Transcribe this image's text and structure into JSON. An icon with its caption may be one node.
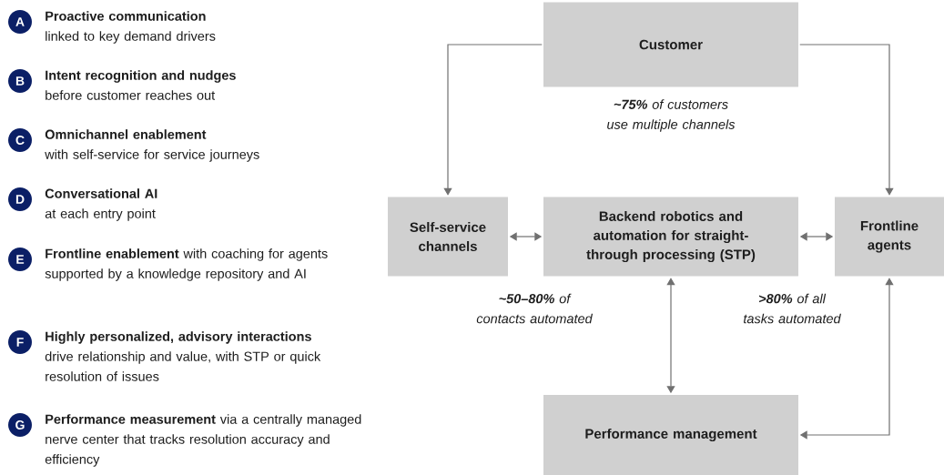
{
  "diagram": {
    "nodes": [
      {
        "text": [
          "A"
        ],
        "beside": [
          "Proactive communication",
          "linked to key demand drivers"
        ]
      },
      {
        "text": [
          "B"
        ],
        "beside": [
          "Intent recognition and nudges",
          "before customer reaches out"
        ]
      },
      {
        "text": [
          "C"
        ],
        "beside": [
          "Omnichannel enablement",
          "with self-service for service journeys"
        ]
      },
      {
        "text": [
          "D"
        ],
        "beside": [
          "Conversational AI",
          "at each entry point"
        ]
      },
      {
        "text": [
          "E"
        ],
        "beside": [
          "**Frontline enablement** with coaching for agents supported by a knowledge repository and AI"
        ]
      },
      {
        "text": [
          "F"
        ],
        "beside": [
          "Highly personalized, advisory interactions",
          "drive relationship and value, with STP or quick resolution of issues"
        ]
      },
      {
        "text": [
          "G"
        ],
        "beside": [
          "**Performance measurement** via a centrally managed nerve center that tracks resolution accuracy and efficiency"
        ]
      },
      {
        "text": [
          "Customer"
        ]
      },
      {
        "text": [
          "Self-service channels"
        ]
      },
      {
        "text": [
          "Backend robotics and automation for straight-through processing (STP)"
        ]
      },
      {
        "text": [
          "Frontline agents"
        ]
      },
      {
        "text": [
          "Performance management"
        ]
      }
    ],
    "edges": [
      {
        "from": 7,
        "to": 8,
        "arrow": "to"
      },
      {
        "from": 7,
        "to": 10,
        "arrow": "to"
      },
      {
        "from": 8,
        "to": 9,
        "arrow": "both"
      },
      {
        "from": 9,
        "to": 10,
        "arrow": "both"
      },
      {
        "from": 9,
        "to": 11,
        "arrow": "both"
      },
      {
        "from": 10,
        "to": 11,
        "arrow": "both"
      }
    ],
    "labels": [
      "**~75%** of customers use multiple channels",
      "**~50–80%** of contacts automated",
      "**>80%** of all tasks automated"
    ]
  }
}
